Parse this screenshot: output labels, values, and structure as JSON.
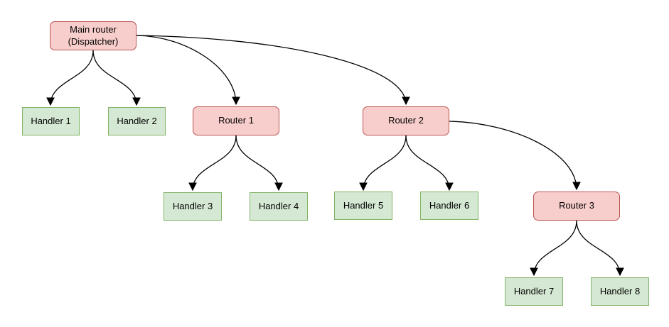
{
  "diagram": {
    "type": "tree-flowchart",
    "nodes": [
      {
        "id": "main-router",
        "label": "Main router\n(Dispatcher)",
        "kind": "router"
      },
      {
        "id": "handler-1",
        "label": "Handler 1",
        "kind": "handler"
      },
      {
        "id": "handler-2",
        "label": "Handler 2",
        "kind": "handler"
      },
      {
        "id": "router-1",
        "label": "Router 1",
        "kind": "router"
      },
      {
        "id": "router-2",
        "label": "Router 2",
        "kind": "router"
      },
      {
        "id": "handler-3",
        "label": "Handler 3",
        "kind": "handler"
      },
      {
        "id": "handler-4",
        "label": "Handler 4",
        "kind": "handler"
      },
      {
        "id": "handler-5",
        "label": "Handler 5",
        "kind": "handler"
      },
      {
        "id": "handler-6",
        "label": "Handler 6",
        "kind": "handler"
      },
      {
        "id": "router-3",
        "label": "Router 3",
        "kind": "router"
      },
      {
        "id": "handler-7",
        "label": "Handler 7",
        "kind": "handler"
      },
      {
        "id": "handler-8",
        "label": "Handler 8",
        "kind": "handler"
      }
    ],
    "edges": [
      {
        "from": "main-router",
        "to": "handler-1"
      },
      {
        "from": "main-router",
        "to": "handler-2"
      },
      {
        "from": "main-router",
        "to": "router-1"
      },
      {
        "from": "main-router",
        "to": "router-2"
      },
      {
        "from": "router-1",
        "to": "handler-3"
      },
      {
        "from": "router-1",
        "to": "handler-4"
      },
      {
        "from": "router-2",
        "to": "handler-5"
      },
      {
        "from": "router-2",
        "to": "handler-6"
      },
      {
        "from": "router-2",
        "to": "router-3"
      },
      {
        "from": "router-3",
        "to": "handler-7"
      },
      {
        "from": "router-3",
        "to": "handler-8"
      }
    ]
  },
  "colors": {
    "router_fill": "#f8cecc",
    "router_border": "#b85450",
    "handler_fill": "#d5e8d4",
    "handler_border": "#82b366",
    "edge_color": "#000000",
    "background": "#ffffff",
    "text_color": "#000000"
  }
}
